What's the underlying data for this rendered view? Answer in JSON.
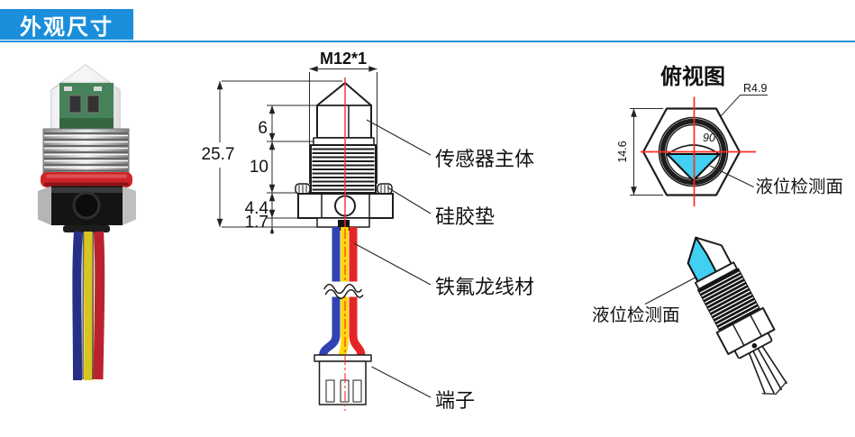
{
  "header": {
    "title": "外观尺寸"
  },
  "front_view": {
    "thread_spec": "M12*1",
    "dims": {
      "total": "25.7",
      "head": "6",
      "thread": "10",
      "nut": "4.4",
      "washer": "1.7"
    },
    "labels": {
      "body": "传感器主体",
      "pad": "硅胶垫",
      "wire": "铁氟龙线材",
      "terminal": "端子"
    }
  },
  "top_view": {
    "title": "俯视图",
    "radius": "R4.9",
    "width": "14.6",
    "angle": "90°",
    "detection": "液位检测面"
  },
  "iso_view": {
    "detection": "液位检测面"
  },
  "colors": {
    "accent_blue": "#1b8edb",
    "line_dark": "#1d1d1d",
    "centerline_red": "#ff2b25",
    "cyan_detect": "#41cff2",
    "wire_blue": "#3042b4",
    "wire_yellow": "#ffd905",
    "wire_red": "#e42525",
    "oring_red": "#cd2428",
    "pcb_green": "#47835a",
    "photo_wire_blue": "#252f85",
    "photo_wire_yellow": "#d8c422",
    "photo_wire_red": "#bc2130"
  }
}
